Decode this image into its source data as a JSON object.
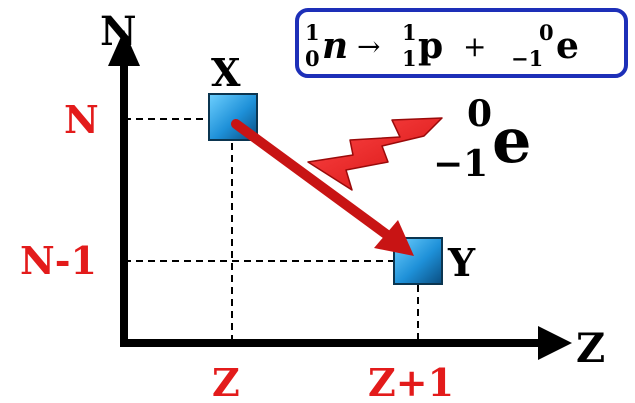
{
  "axes": {
    "y_axis_label": "N",
    "x_axis_label": "Z"
  },
  "ticks": {
    "y_top": "N",
    "y_lower": "N-1",
    "x_left": "Z",
    "x_right": "Z+1"
  },
  "nuclides": {
    "parent": "X",
    "daughter": "Y"
  },
  "emitted_particle": {
    "symbol": "e",
    "mass_number": "0",
    "charge_number": "−1"
  },
  "equation": {
    "n_mass": "1",
    "n_charge": "0",
    "n_symbol": "n",
    "arrow": "→",
    "p_mass": "1",
    "p_charge": "1",
    "p_symbol": "p",
    "plus": "+",
    "e_mass": "0",
    "e_charge": "−1",
    "e_symbol": "e"
  },
  "colors": {
    "axis_color": "#000000",
    "tick_label_color": "#e31b1b",
    "transition_arrow_color": "#c81414",
    "lightning_fill": "#ee1111",
    "nucleus_fill": "#1e90d8",
    "nucleus_stroke": "#0b3550",
    "equation_border": "#1d2fb8"
  },
  "icons": {
    "decay_symbol": "lightning-bolt-icon",
    "nucleus_marker": "square-nucleus-icon"
  }
}
